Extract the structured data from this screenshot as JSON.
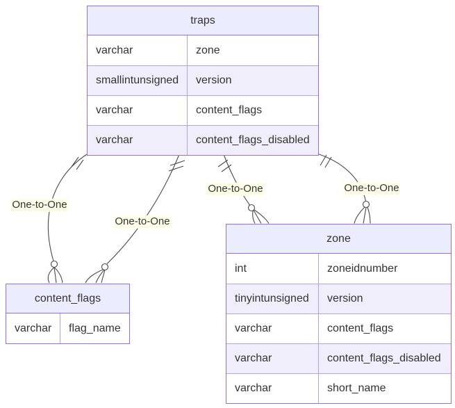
{
  "colors": {
    "background": "#ffffff",
    "entity_border": "#9370DB",
    "entity_header_fill": "#ECECFF",
    "row_fill": "#ffffff",
    "row_alt_fill": "#f1eefb",
    "relationship_line": "#4a4a4a",
    "relationship_label_bg": "#fdffe8",
    "text": "#333333"
  },
  "entities": {
    "traps": {
      "title": "traps",
      "rows": [
        [
          "varchar",
          "zone"
        ],
        [
          "smallintunsigned",
          "version"
        ],
        [
          "varchar",
          "content_flags"
        ],
        [
          "varchar",
          "content_flags_disabled"
        ]
      ]
    },
    "content_flags": {
      "title": "content_flags",
      "rows": [
        [
          "varchar",
          "flag_name"
        ]
      ]
    },
    "zone": {
      "title": "zone",
      "rows": [
        [
          "int",
          "zoneidnumber"
        ],
        [
          "tinyintunsigned",
          "version"
        ],
        [
          "varchar",
          "content_flags"
        ],
        [
          "varchar",
          "content_flags_disabled"
        ],
        [
          "varchar",
          "short_name"
        ]
      ]
    }
  },
  "relationships": [
    {
      "from": "traps",
      "to": "content_flags",
      "label": "One-to-One"
    },
    {
      "from": "traps",
      "to": "content_flags",
      "label": "One-to-One"
    },
    {
      "from": "traps",
      "to": "zone",
      "label": "One-to-One"
    },
    {
      "from": "traps",
      "to": "zone",
      "label": "One-to-One"
    }
  ]
}
